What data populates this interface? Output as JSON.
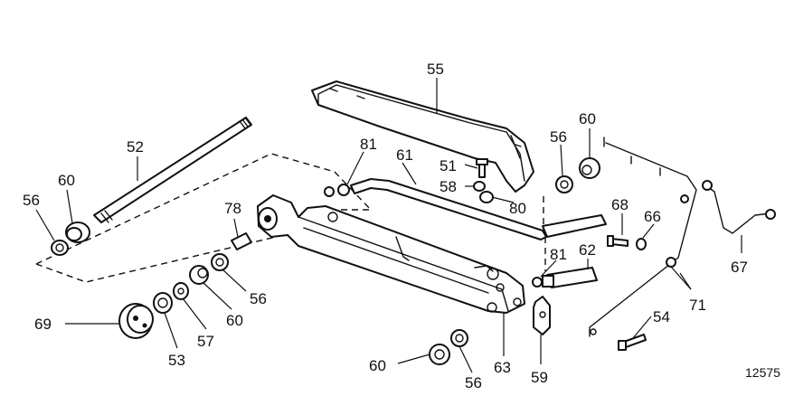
{
  "figure_number": "12575",
  "callouts": [
    "51",
    "52",
    "53",
    "54",
    "55",
    "56",
    "57",
    "58",
    "59",
    "60",
    "61",
    "62",
    "63",
    "66",
    "67",
    "68",
    "69",
    "71",
    "78",
    "80",
    "81"
  ],
  "colors": {
    "line": "#111111",
    "background": "#ffffff"
  }
}
